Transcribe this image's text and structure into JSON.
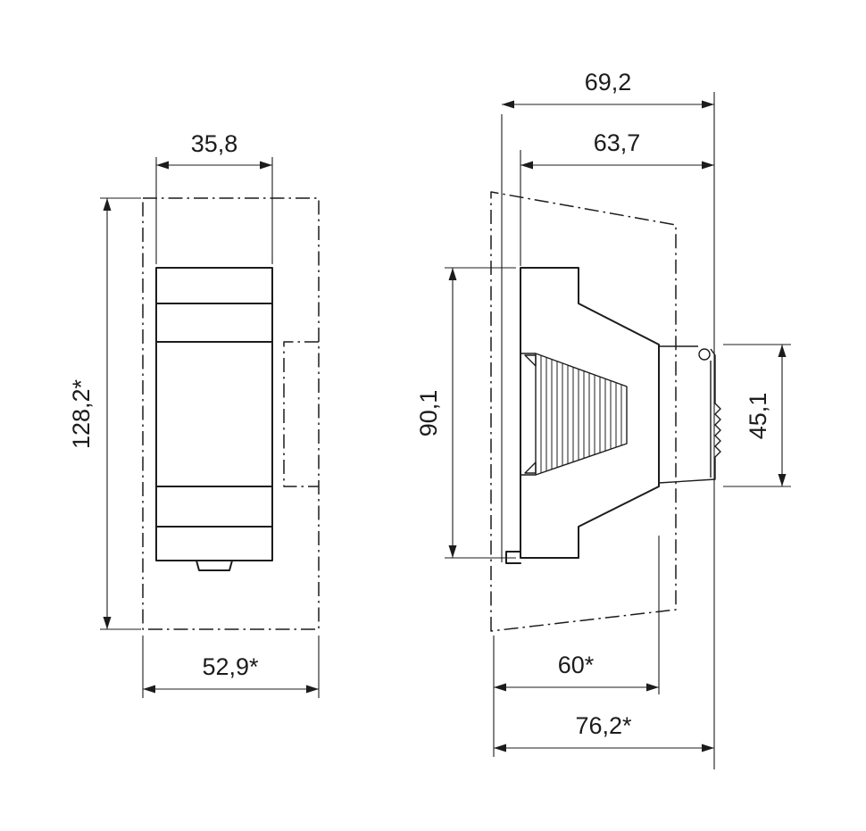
{
  "drawing": {
    "colors": {
      "line": "#1c1c1c",
      "background": "#ffffff"
    },
    "front_view": {
      "width_top": "35,8",
      "height_overall": "128,2*",
      "width_overall": "52,9*"
    },
    "side_view": {
      "depth_overall": "69,2",
      "depth_body": "63,7",
      "height_body": "90,1",
      "height_rear": "45,1",
      "depth_recess": "60*",
      "depth_total": "76,2*"
    }
  }
}
